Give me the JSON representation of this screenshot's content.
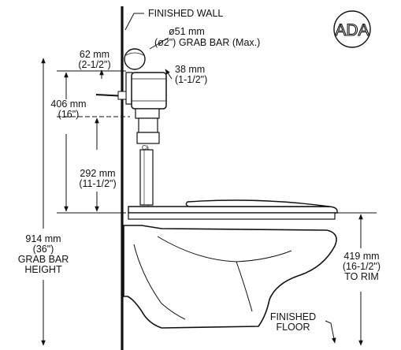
{
  "labels": {
    "finished_wall": "FINISHED WALL",
    "grab_bar_dia_mm": "ø51 mm",
    "grab_bar_dia_in": "(ø2\") GRAB BAR (Max.)",
    "dim_62_mm": "62 mm",
    "dim_62_in": "(2-1/2\")",
    "dim_38_mm": "38 mm",
    "dim_38_in": "(1-1/2\")",
    "dim_406_mm": "406 mm",
    "dim_406_in": "(16\")",
    "dim_292_mm": "292 mm",
    "dim_292_in": "(11-1/2\")",
    "dim_914_mm": "914 mm",
    "dim_914_in": "(36\")",
    "grab_bar": "GRAB BAR",
    "height": "HEIGHT",
    "dim_419_mm": "419 mm",
    "dim_419_in": "(16-1/2\")",
    "to_rim": "TO RIM",
    "finished": "FINISHED",
    "floor": "FLOOR",
    "centerline": "CL",
    "ada_logo": "ADA"
  },
  "colors": {
    "line": "#111111",
    "background": "#ffffff"
  }
}
